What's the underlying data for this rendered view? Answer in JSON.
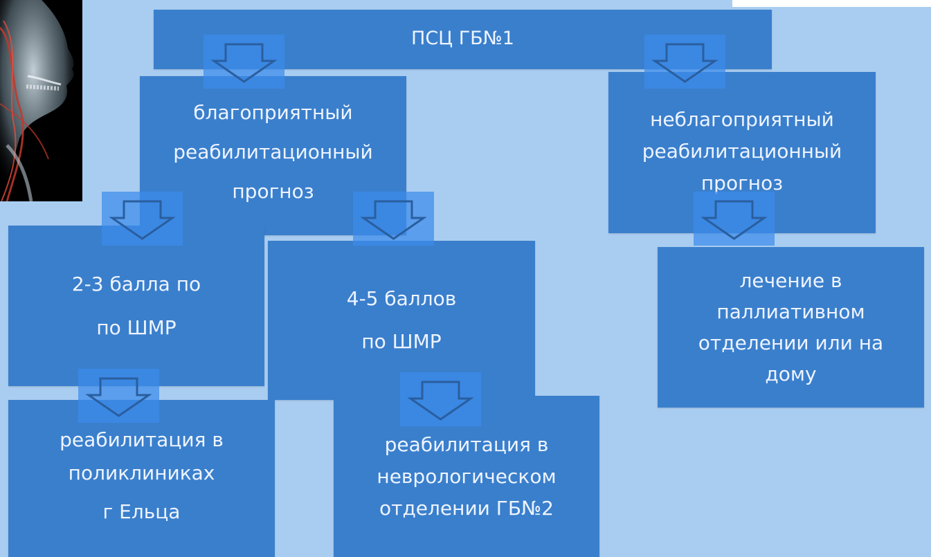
{
  "colors": {
    "background": "#a9cdf1",
    "box_fill": "#3a7fcc",
    "box_text": "#eef4ff",
    "arrow_stroke": "#2a5e9e"
  },
  "title_box": {
    "line1": "ПСЦ ГБ№1"
  },
  "favorable": {
    "line1": "благоприятный",
    "line2": "реабилитационный",
    "line3": "прогноз"
  },
  "unfavorable": {
    "line1": "неблагоприятный",
    "line2": "реабилитационный",
    "line3": "прогноз"
  },
  "score_2_3": {
    "line1": "2-3 балла по",
    "line2": "по ШМР"
  },
  "score_4_5": {
    "line1": "4-5 баллов",
    "line2": "по ШМР"
  },
  "palliative": {
    "line1": "лечение в",
    "line2": "паллиативном",
    "line3": "отделении или на",
    "line4": "дому"
  },
  "rehab_clinics": {
    "line1": "реабилитация в",
    "line2": "поликлиниках",
    "line3": "г Ельца"
  },
  "rehab_neuro": {
    "line1": "реабилитация в",
    "line2": "неврологическом",
    "line3": "отделении ГБ№2"
  },
  "icons": [
    "down-arrow-icon"
  ]
}
